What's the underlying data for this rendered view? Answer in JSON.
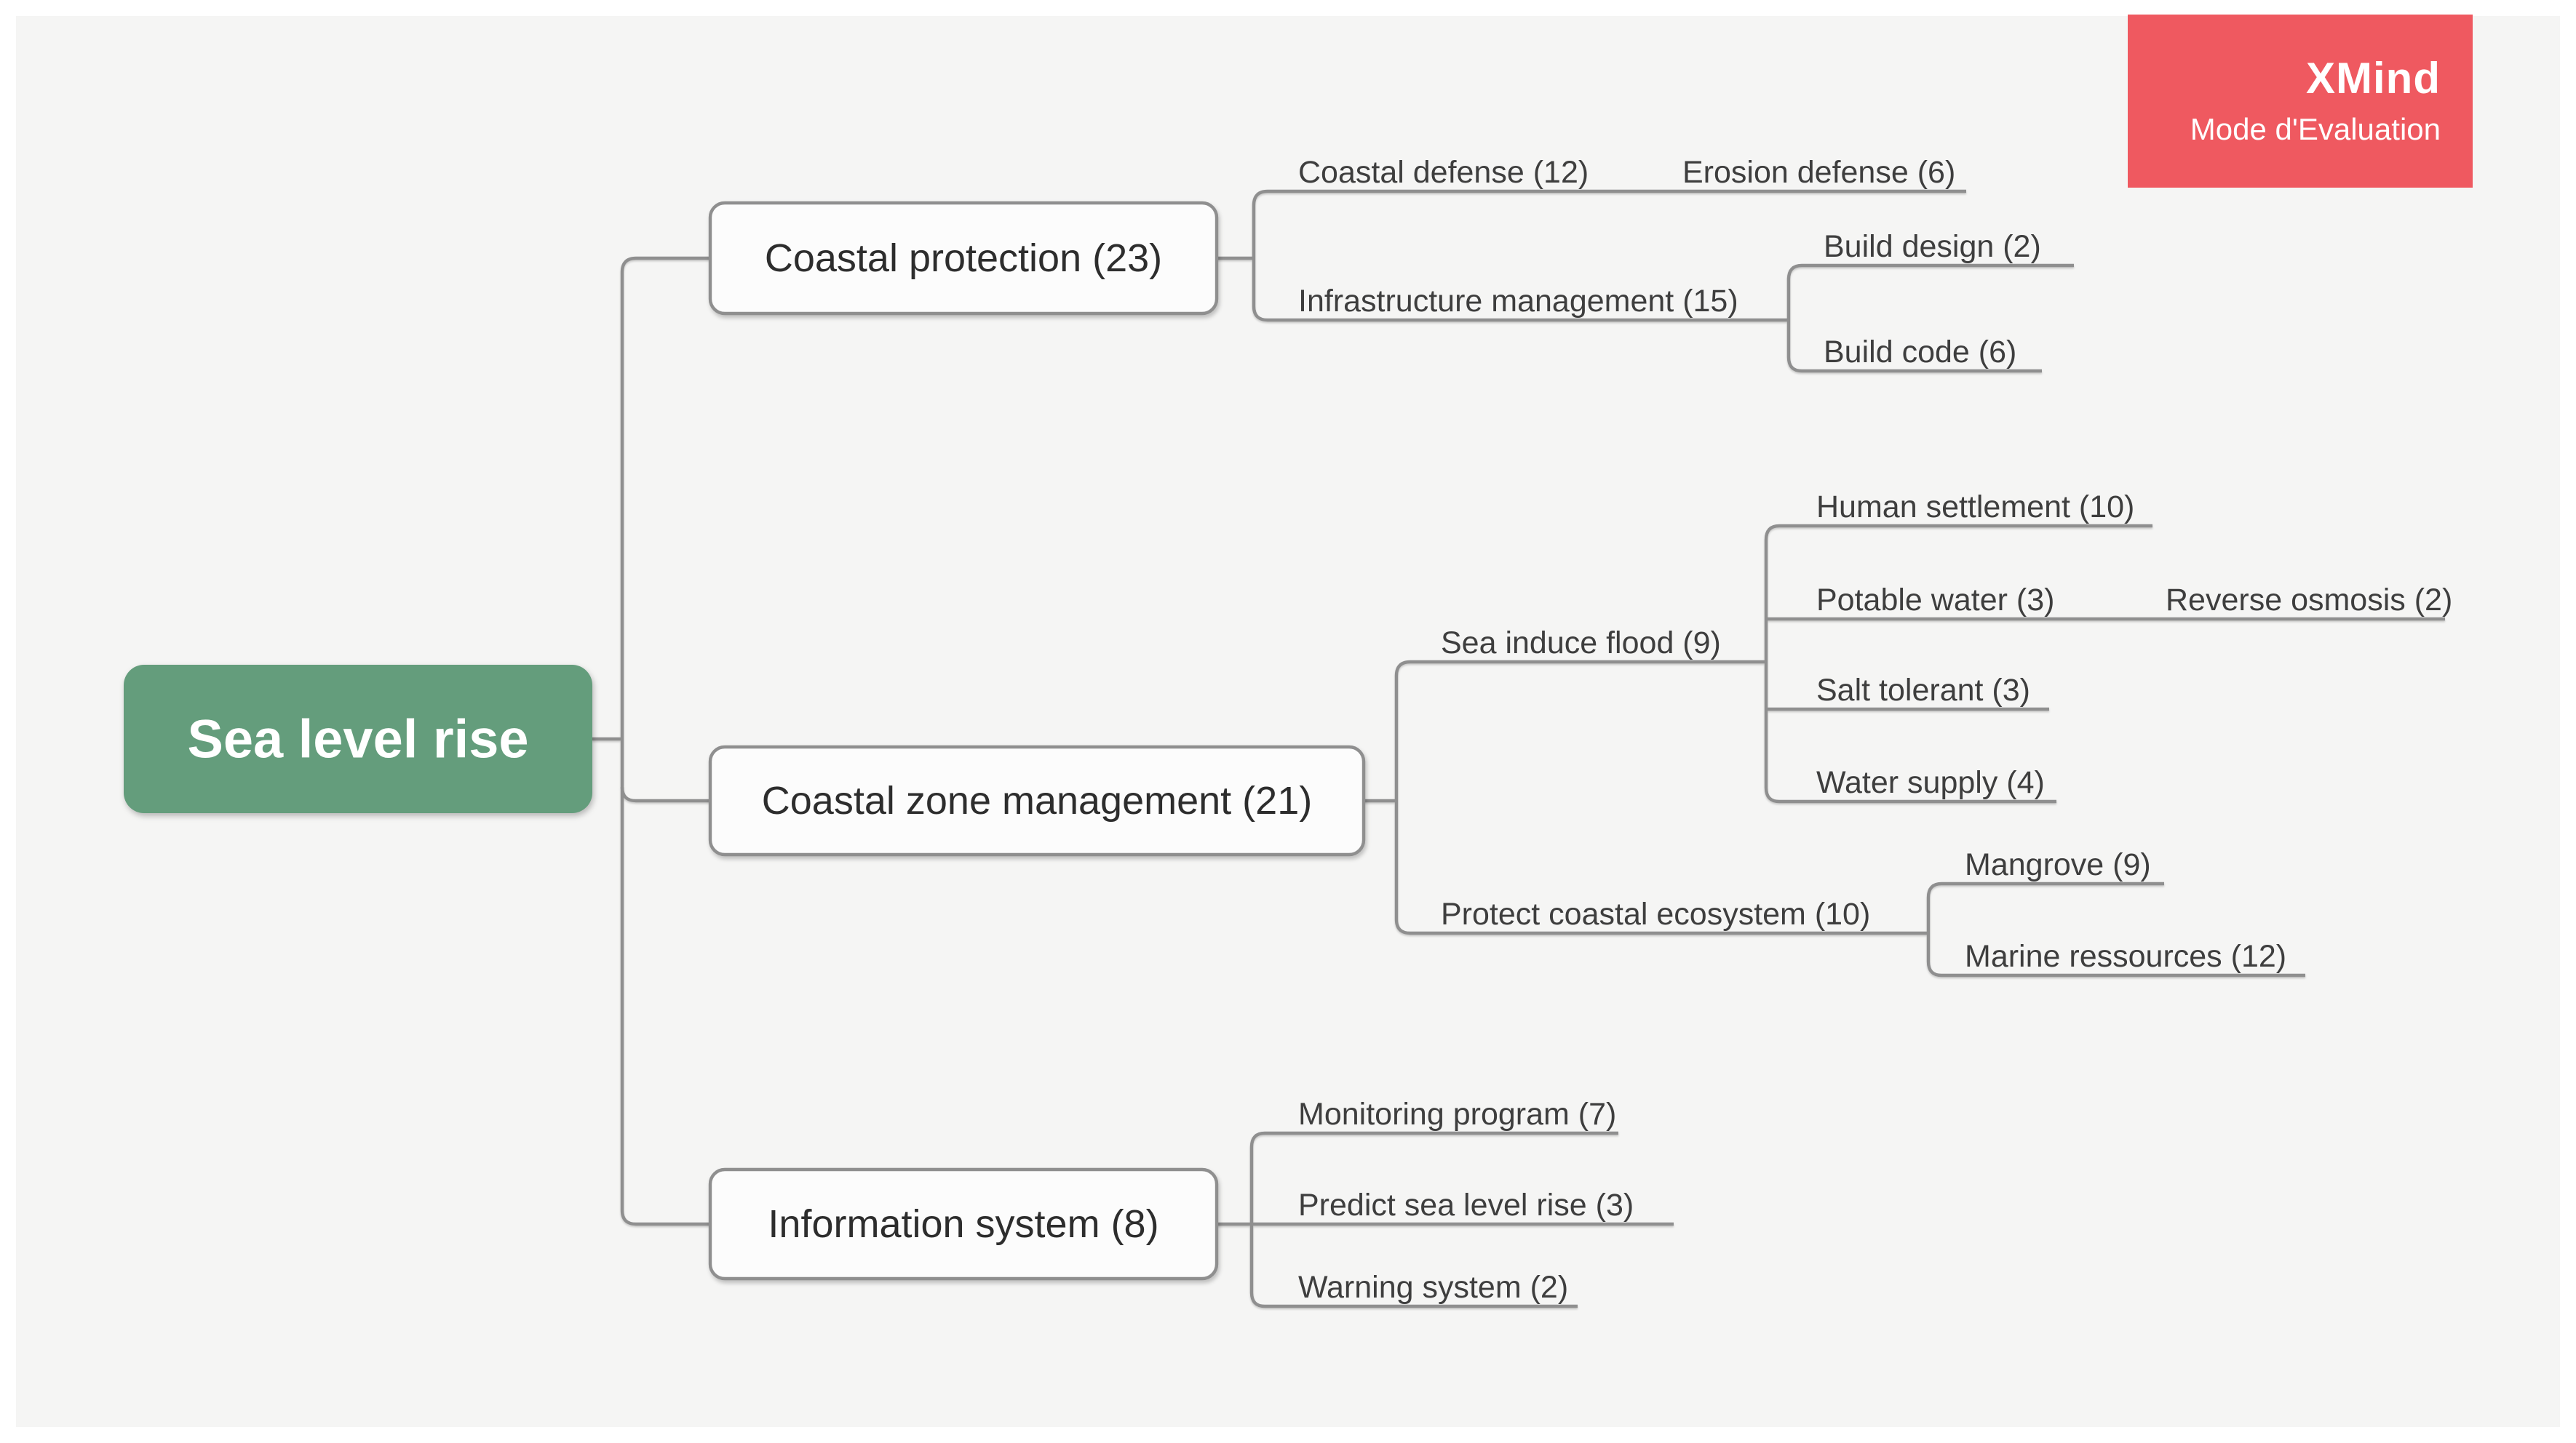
{
  "watermark": {
    "title": "XMind",
    "subtitle": "Mode d'Evaluation",
    "bg": "#ef5960"
  },
  "colors": {
    "canvas_bg": "#f5f5f4",
    "page_bg": "#ffffff",
    "root_fill": "#649d7c",
    "line_gray": "#8f8f8f"
  },
  "mindmap": {
    "root": {
      "label": "Sea level rise"
    },
    "branches": [
      {
        "label": "Coastal protection (23)",
        "children": [
          {
            "label": "Coastal defense (12)",
            "children": [
              {
                "label": "Erosion defense (6)"
              }
            ]
          },
          {
            "label": "Infrastructure management (15)",
            "children": [
              {
                "label": "Build design (2)"
              },
              {
                "label": "Build code (6)"
              }
            ]
          }
        ]
      },
      {
        "label": "Coastal zone management (21)",
        "children": [
          {
            "label": "Sea induce flood (9)",
            "children": [
              {
                "label": "Human settlement (10)"
              },
              {
                "label": "Potable water (3)",
                "children": [
                  {
                    "label": "Reverse osmosis (2)"
                  }
                ]
              },
              {
                "label": "Salt tolerant (3)"
              },
              {
                "label": "Water supply (4)"
              }
            ]
          },
          {
            "label": "Protect coastal ecosystem (10)",
            "children": [
              {
                "label": "Mangrove (9)"
              },
              {
                "label": "Marine ressources (12)"
              }
            ]
          }
        ]
      },
      {
        "label": "Information system (8)",
        "children": [
          {
            "label": "Monitoring program (7)"
          },
          {
            "label": "Predict sea level rise (3)"
          },
          {
            "label": "Warning system (2)"
          }
        ]
      }
    ]
  }
}
